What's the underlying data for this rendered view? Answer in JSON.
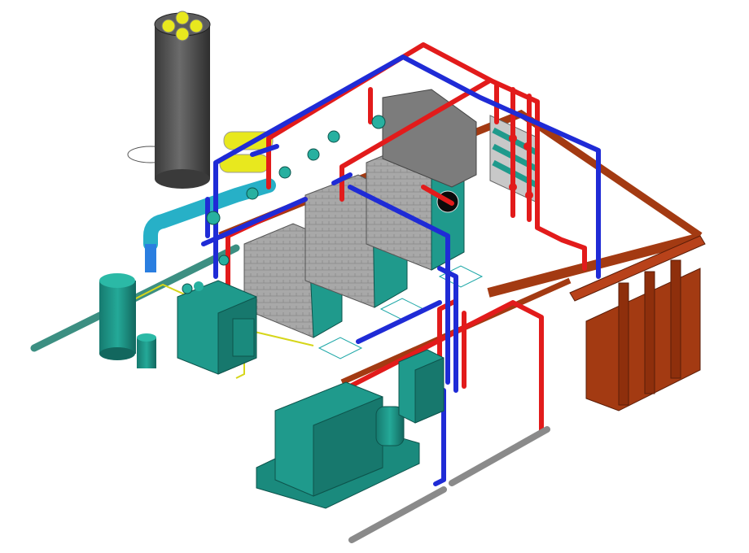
{
  "diagram": {
    "kind": "isometric boiler room piping layout",
    "colors": {
      "supply_pipe": "#e21b1b",
      "return_pipe": "#1f2bd6",
      "flue_duct": "#a33a12",
      "equipment": "#1f9a8c",
      "boiler_casing": "#9a9a9a",
      "chimney": "#4a4a4a",
      "chimney_caps": "#e8e81e",
      "drain_pipe": "#8a8a8a",
      "aux_lines": "#d6d61a"
    },
    "components": [
      {
        "id": "chimney",
        "icon": "chimney-stack-icon"
      },
      {
        "id": "boiler-1",
        "icon": "boiler-icon"
      },
      {
        "id": "boiler-2",
        "icon": "boiler-icon"
      },
      {
        "id": "boiler-3",
        "icon": "boiler-icon"
      },
      {
        "id": "boiler-4",
        "icon": "boiler-icon"
      },
      {
        "id": "manifold",
        "icon": "manifold-icon"
      },
      {
        "id": "radiator-bank",
        "icon": "radiator-icon"
      },
      {
        "id": "expansion-tank",
        "icon": "tank-icon"
      },
      {
        "id": "heat-exchanger",
        "icon": "exchanger-icon"
      },
      {
        "id": "pump-unit",
        "icon": "pump-icon"
      },
      {
        "id": "water-heater",
        "icon": "cylinder-icon"
      }
    ]
  }
}
